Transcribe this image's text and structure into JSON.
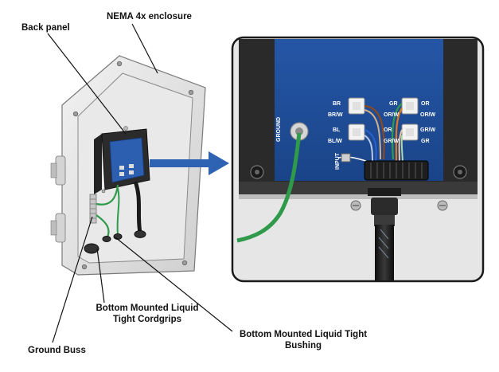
{
  "callouts": {
    "back_panel": "Back panel",
    "nema_enclosure": "NEMA 4x enclosure",
    "cordgrips_line1": "Bottom Mounted Liquid",
    "cordgrips_line2": "Tight Cordgrips",
    "ground_buss": "Ground Buss",
    "bushing_line1": "Bottom Mounted Liquid Tight",
    "bushing_line2": "Bushing"
  },
  "panel_labels": {
    "ground": "GROUND",
    "input": "INPUT",
    "left_pairs": [
      "BR",
      "BR/W",
      "BL",
      "BL/W"
    ],
    "right_pairs_left": [
      "GR",
      "OR/W",
      "OR",
      "GR/W"
    ],
    "right_pairs_right": [
      "OR",
      "OR/W",
      "GR/W",
      "GR"
    ]
  },
  "colors": {
    "panel_blue": "#1f4e99",
    "enclosure_grey": "#e3e3e3",
    "arrow_blue": "#2e63b3",
    "ground_wire_green": "#2e9a4a",
    "cable_black": "#1a1a1a"
  }
}
